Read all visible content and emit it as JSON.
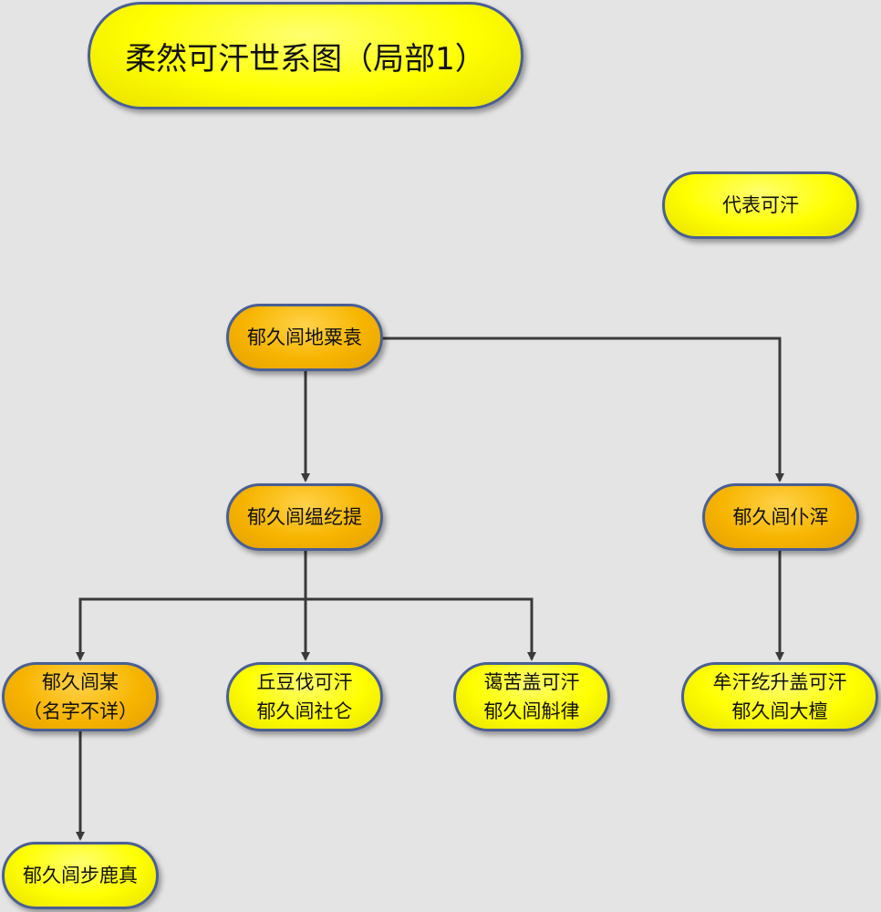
{
  "title": "柔然可汗世系图（局部1）",
  "legend": {
    "label": "代表可汗"
  },
  "colors": {
    "khagan": "#ffff00",
    "non_khagan": "#f7b500",
    "border": "#4a5f93",
    "line": "#3a3a3a"
  },
  "nodes": {
    "diliyuan": {
      "line1": "郁久闾地粟袁"
    },
    "wenheti": {
      "line1": "郁久闾缊纥提"
    },
    "puhun": {
      "line1": "郁久闾仆浑"
    },
    "unknown": {
      "line1": "郁久闾某",
      "line2": "（名字不详）"
    },
    "qiudoufa": {
      "line1": "丘豆伐可汗",
      "line2": "郁久闾社仑"
    },
    "aikugai": {
      "line1": "蔼苦盖可汗",
      "line2": "郁久闾斛律"
    },
    "mouhanheshenggai": {
      "line1": "牟汗纥升盖可汗",
      "line2": "郁久闾大檀"
    },
    "bulu": {
      "line1": "郁久闾步鹿真"
    }
  }
}
